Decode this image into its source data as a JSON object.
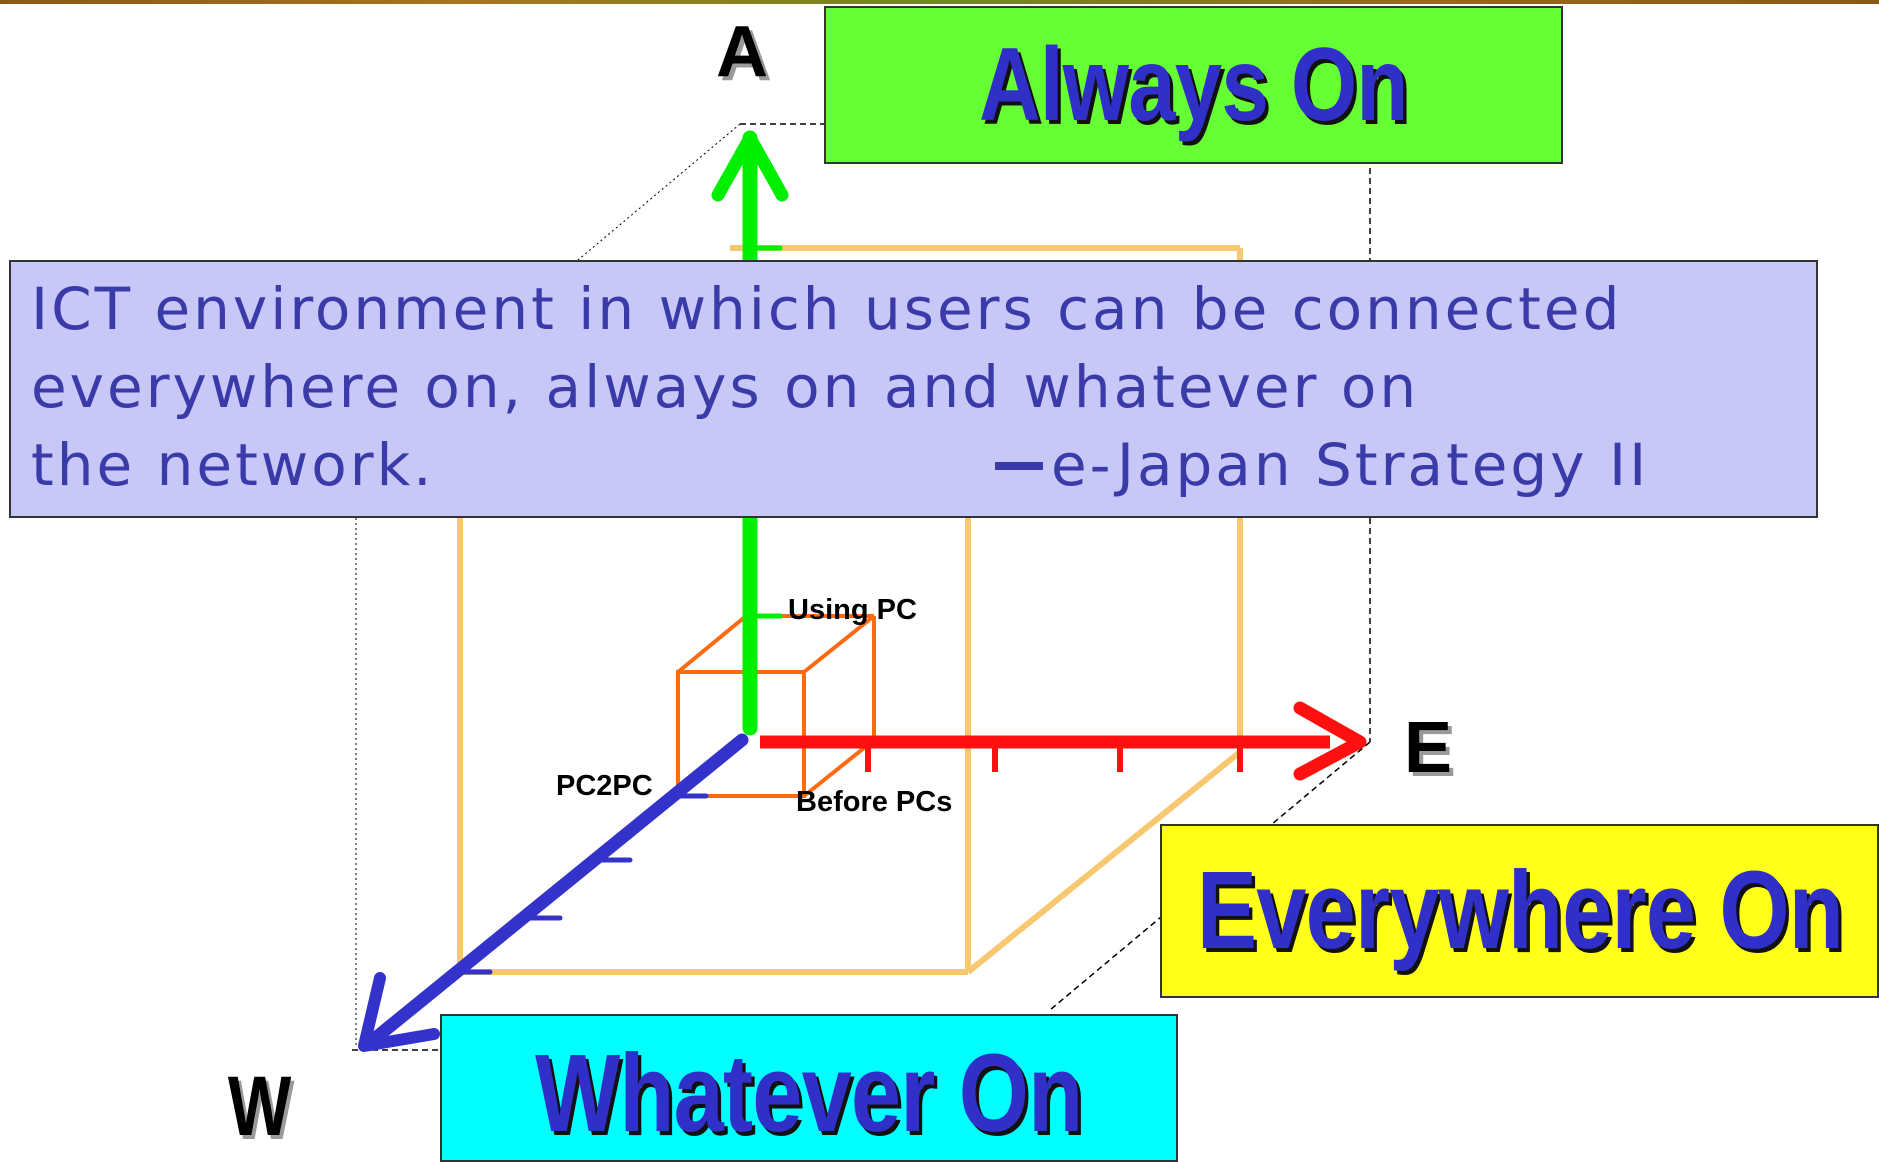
{
  "axes": {
    "always": "A",
    "everywhere": "E",
    "whatever": "W"
  },
  "labels": {
    "always_on": "Always On",
    "everywhere_on": "Everywhere On",
    "whatever_on": "Whatever On"
  },
  "markers": {
    "using_pc": "Using PC",
    "pc2pc": "PC2PC",
    "before_pcs": "Before PCs"
  },
  "quote": {
    "line1": "ICT environment in which users can be connected",
    "line2": "everywhere on, always on and whatever on",
    "line3": "the network.",
    "source": "e-Japan Strategy II"
  },
  "colors": {
    "always_axis": "#00ee00",
    "everywhere_axis": "#ff1010",
    "whatever_axis": "#3333cc",
    "large_cube": "#f8c870",
    "small_cube": "#ff6a10",
    "always_box": "#66ff33",
    "everywhere_box": "#ffff1a",
    "whatever_box": "#00ffff",
    "quote_box": "#c8c8f8"
  }
}
